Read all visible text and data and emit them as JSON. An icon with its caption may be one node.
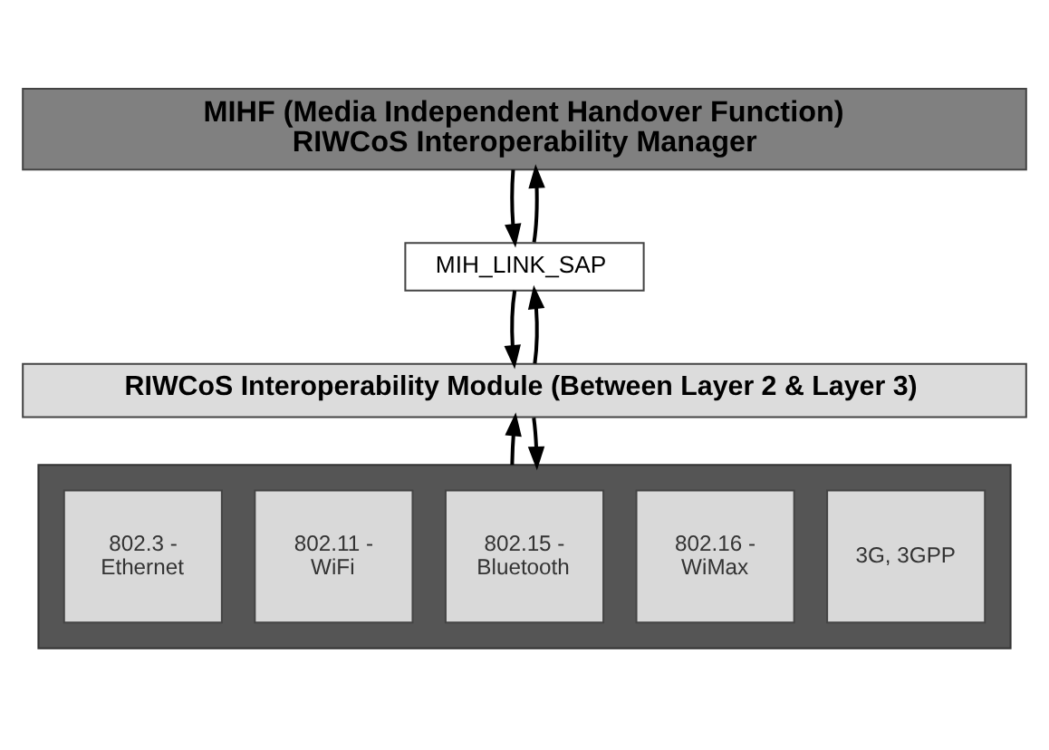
{
  "diagram": {
    "nodes": [
      {
        "text": [
          "MIHF (Media Independent Handover Function)",
          "RIWCoS Interoperability Manager"
        ]
      },
      {
        "text": [
          "MIH_LINK_SAP"
        ]
      },
      {
        "text": [
          "RIWCoS Interoperability Module (Between Layer 2 & Layer 3)"
        ]
      },
      {
        "text": [],
        "shape": "box"
      },
      {
        "text": [
          "802.3 - Ethernet"
        ],
        "in": 3
      },
      {
        "text": [
          "802.11 - WiFi"
        ],
        "in": 3
      },
      {
        "text": [
          "802.15 - Bluetooth"
        ],
        "in": 3
      },
      {
        "text": [
          "802.16 - WiMax"
        ],
        "in": 3
      },
      {
        "text": [
          "3G, 3GPP"
        ],
        "in": 3
      }
    ],
    "edges": [
      {
        "from": 0,
        "to": 1,
        "arrow": "to"
      },
      {
        "from": 1,
        "to": 0,
        "arrow": "to"
      },
      {
        "from": 1,
        "to": 2,
        "arrow": "to"
      },
      {
        "from": 2,
        "to": 1,
        "arrow": "to"
      },
      {
        "from": 2,
        "to": 3,
        "arrow": "to"
      },
      {
        "from": 3,
        "to": 2,
        "arrow": "to"
      }
    ]
  }
}
